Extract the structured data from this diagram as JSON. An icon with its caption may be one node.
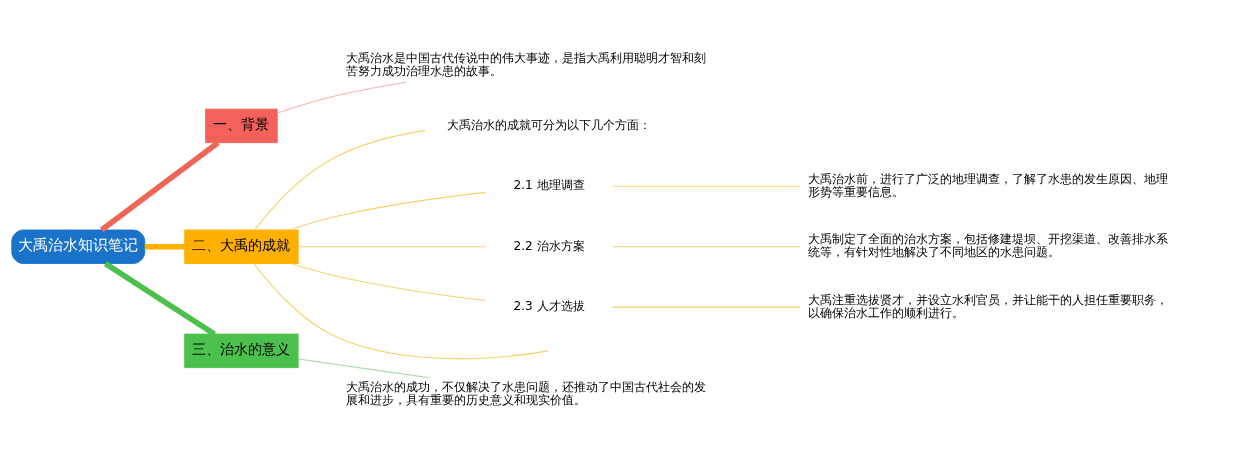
{
  "diagram": {
    "nodes": [
      {
        "text": [
          "大禹治水知识笔记"
        ]
      },
      {
        "text": [
          "一、背景"
        ]
      },
      {
        "text": [
          "大禹治水是中国古代传说中的伟大事迹，是指大禹利用聪明才智和刻苦努力成功治理水患的故事。"
        ]
      },
      {
        "text": [
          "二、大禹的成就"
        ]
      },
      {
        "text": [
          "大禹治水的成就可分为以下几个方面："
        ]
      },
      {
        "text": [
          "2.1 地理调查"
        ]
      },
      {
        "text": [
          "大禹治水前，进行了广泛的地理调查，了解了水患的发生原因、地理形势等重要信息。"
        ]
      },
      {
        "text": [
          "2.2 治水方案"
        ]
      },
      {
        "text": [
          "大禹制定了全面的治水方案，包括修建堤坝、开挖渠道、改善排水系统等，有针对性地解决了不同地区的水患问题。"
        ]
      },
      {
        "text": [
          "2.3 人才选拔"
        ]
      },
      {
        "text": [
          "大禹注重选拔贤才，并设立水利官员，并让能干的人担任重要职务，以确保治水工作的顺利进行。"
        ]
      },
      {
        "text": [
          "三、治水的意义"
        ]
      },
      {
        "text": [
          "大禹治水的成功，不仅解决了水患问题，还推动了中国古代社会的发展和进步，具有重要的历史意义和现实价值。"
        ]
      }
    ],
    "edges": [
      {
        "from": 0,
        "to": 1,
        "arrow": "none",
        "style": "thick",
        "color": "#ee6655"
      },
      {
        "from": 1,
        "to": 2,
        "arrow": "none",
        "color": "#f5b5b0"
      },
      {
        "from": 0,
        "to": 3,
        "arrow": "none",
        "style": "thick",
        "color": "#ffb000"
      },
      {
        "from": 3,
        "to": 4,
        "arrow": "none"
      },
      {
        "from": 3,
        "to": 5,
        "arrow": "none"
      },
      {
        "from": 3,
        "to": 7,
        "arrow": "none"
      },
      {
        "from": 3,
        "to": 9,
        "arrow": "none"
      },
      {
        "from": 3,
        "to": null,
        "arrow": "none"
      },
      {
        "from": 5,
        "to": 6,
        "arrow": "none"
      },
      {
        "from": 7,
        "to": 8,
        "arrow": "none"
      },
      {
        "from": 9,
        "to": 10,
        "arrow": "none"
      },
      {
        "from": 0,
        "to": 11,
        "arrow": "none",
        "style": "thick",
        "color": "#4cc04c"
      },
      {
        "from": 11,
        "to": 12,
        "arrow": "none",
        "color": "#a8dca8"
      }
    ]
  }
}
